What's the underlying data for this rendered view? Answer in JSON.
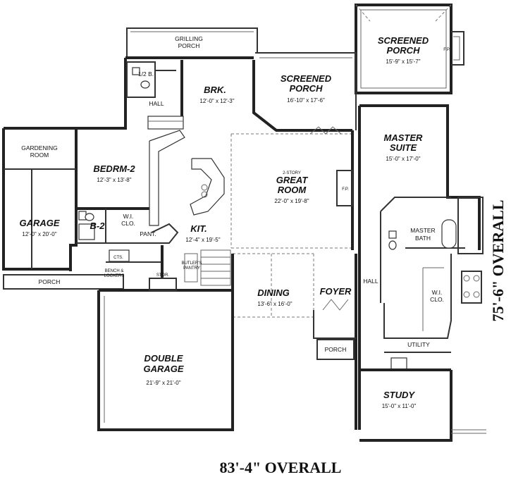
{
  "overall": {
    "width": "83'-4\"  OVERALL",
    "depth": "75'-6\" OVERALL"
  },
  "rooms": {
    "grilling_porch": {
      "line1": "GRILLING",
      "line2": "PORCH"
    },
    "screened_porch_main": {
      "line1": "SCREENED",
      "line2": "PORCH",
      "dims": "16'-10\" x 17'-6\""
    },
    "screened_porch_master": {
      "line1": "SCREENED",
      "line2": "PORCH",
      "dims": "15'-9\" x 15'-7\""
    },
    "fp_master_porch": "F.P.",
    "half_bath": "1/2 B.",
    "hall_upper": "HALL",
    "brk": {
      "name": "BRK.",
      "dims": "12'-0\" x 12'-3\""
    },
    "gardening_room": {
      "line1": "GARDENING",
      "line2": "ROOM"
    },
    "bedrm2": {
      "name": "BEDRM-2",
      "dims": "12'-3\" x 13'-8\""
    },
    "great_room": {
      "note": "2-STORY",
      "line1": "GREAT",
      "line2": "ROOM",
      "dims": "22'-0\" x 19'-8\""
    },
    "fp_great": "F.P.",
    "master_suite": {
      "line1": "MASTER",
      "line2": "SUITE",
      "dims": "15'-0\" x 17'-0\""
    },
    "garage": {
      "name": "GARAGE",
      "dims": "12'-0\" x 20'-0\""
    },
    "b2": "B-2",
    "wi_clo_bed": {
      "line1": "W.I.",
      "line2": "CLO."
    },
    "kit": {
      "name": "KIT.",
      "dims": "12'-4\" x 19'-5\""
    },
    "pant": "PANT.",
    "cts": "CTS.",
    "butlers_pantry": {
      "line1": "BUTLER'S",
      "line2": "PANTRY"
    },
    "master_bath": {
      "line1": "MASTER",
      "line2": "BATH"
    },
    "porch_left": "PORCH",
    "bench_lockers": {
      "line1": "BENCH &",
      "line2": "LOCKERS"
    },
    "stor": "STOR.",
    "dining": {
      "name": "DINING",
      "dims": "13'-6\" x 16'-0\""
    },
    "foyer": "FOYER",
    "hall_right": "HALL",
    "wi_clo_master": {
      "line1": "W.I.",
      "line2": "CLO."
    },
    "double_garage": {
      "line1": "DOUBLE",
      "line2": "GARAGE",
      "dims": "21'-9\" x 21'-0\""
    },
    "porch_front": "PORCH",
    "utility": "UTILITY",
    "study": {
      "name": "STUDY",
      "dims": "15'-0\" x 11'-0\""
    }
  }
}
